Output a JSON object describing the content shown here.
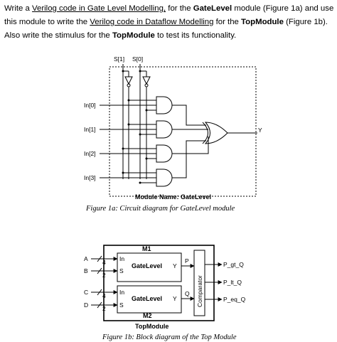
{
  "prompt": {
    "l1_a": "Write a ",
    "l1_link1": "Verilog code in Gate Level Modelling,",
    "l1_b": " for the ",
    "l1_bold1": "GateLevel",
    "l1_c": " module (Figure 1a) and use",
    "l2_a": "this module to write the ",
    "l2_link2": "Verilog code in Dataflow Modelling",
    "l2_b": " for the ",
    "l2_bold2": "TopModule",
    "l2_c": " (Figure 1b).",
    "l3_a": "Also write the stimulus for the ",
    "l3_bold3": "TopModule",
    "l3_b": " to test its functionality."
  },
  "fig1a": {
    "s1": "S[1]",
    "s0": "S[0]",
    "in0": "In[0]",
    "in1": "In[1]",
    "in2": "In[2]",
    "in3": "In[3]",
    "y": "Y",
    "module_name": "Module Name:   GateLevel",
    "caption": "Figure 1a: Circuit diagram for GateLevel module"
  },
  "fig1b": {
    "m1": "M1",
    "m2": "M2",
    "a": "A",
    "b": "B",
    "c": "C",
    "d": "D",
    "w4a": "4",
    "w2b": "2",
    "w4c": "4",
    "w2d": "2",
    "in_top": "In",
    "s_top": "S",
    "gate_top": "GateLevel",
    "y_top": "Y",
    "in_bot": "In",
    "s_bot": "S",
    "gate_bot": "GateLevel",
    "y_bot": "Y",
    "p": "P",
    "q": "Q",
    "comparator": "Comparator",
    "p_gt_q": "P_gt_Q",
    "p_lt_q": "P_lt_Q",
    "p_eq_q": "P_eq_Q",
    "top_module": "TopModule",
    "caption": "Figure 1b: Block diagram of the Top Module"
  }
}
